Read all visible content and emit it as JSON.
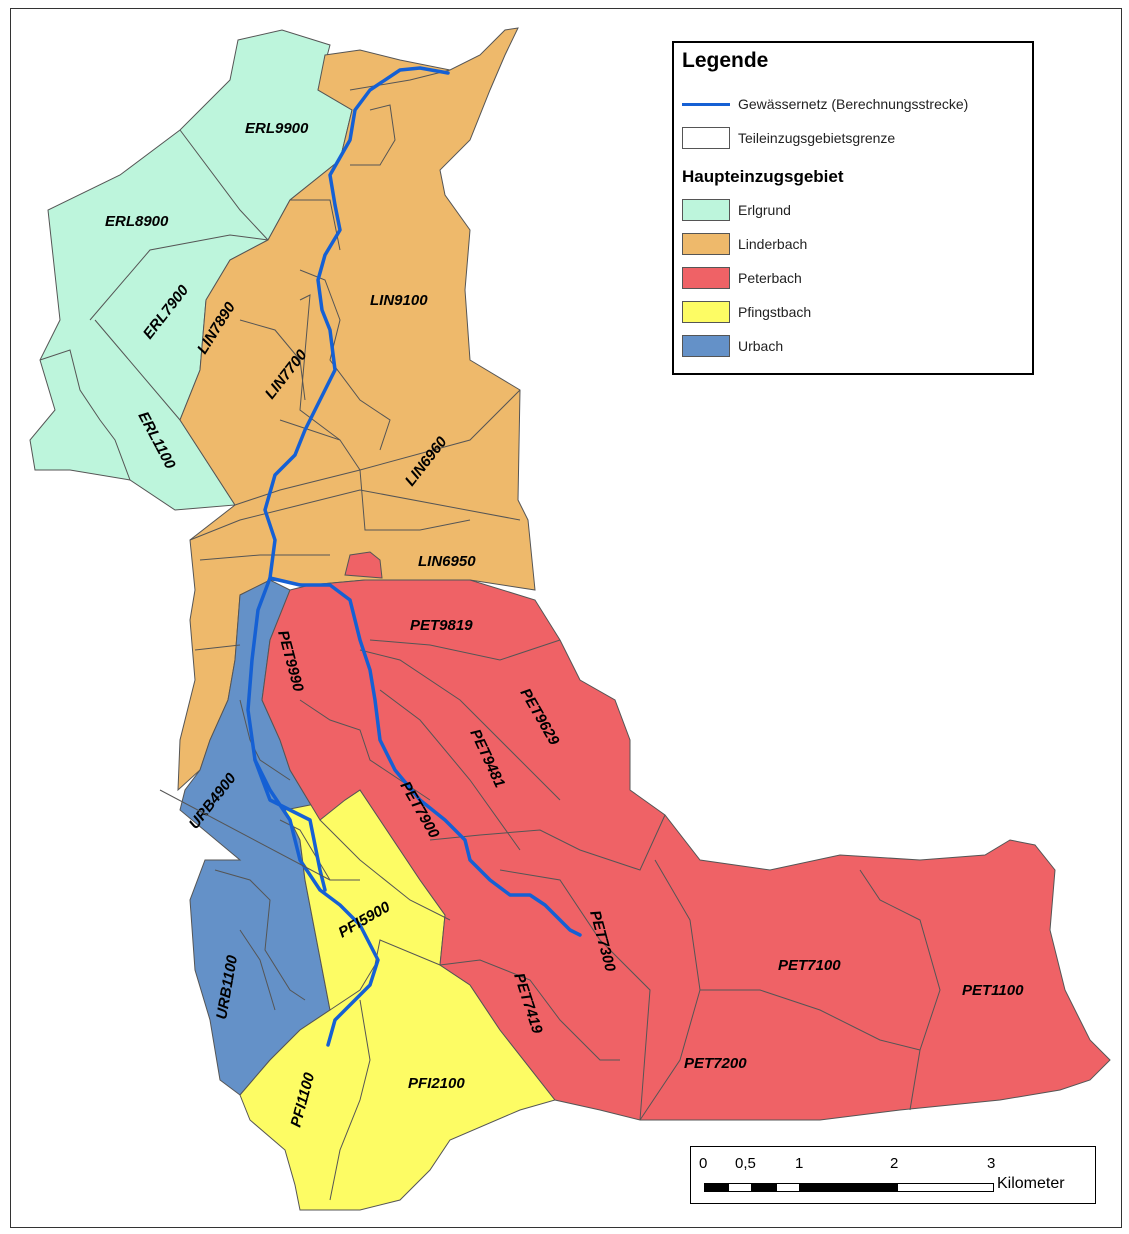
{
  "legend": {
    "title": "Legende",
    "river_label": "Gewässernetz (Berechnungsstrecke)",
    "boundary_label": "Teileinzugsgebietsgrenze",
    "catchment_title": "Haupteinzugsgebiet",
    "items": [
      {
        "label": "Erlgrund",
        "color": "#bdf5dc"
      },
      {
        "label": "Linderbach",
        "color": "#eeb96b"
      },
      {
        "label": "Peterbach",
        "color": "#ef6266"
      },
      {
        "label": "Pfingstbach",
        "color": "#fdfc64"
      },
      {
        "label": "Urbach",
        "color": "#6491c8"
      }
    ]
  },
  "colors": {
    "river": "#1560d4",
    "boundary": "#555555"
  },
  "areas": {
    "ERL9900": "ERL9900",
    "ERL8900": "ERL8900",
    "ERL7900": "ERL7900",
    "ERL1100": "ERL1100",
    "LIN7890": "LIN7890",
    "LIN7700": "LIN7700",
    "LIN9100": "LIN9100",
    "LIN6960": "LIN6960",
    "LIN6950": "LIN6950",
    "PET9819": "PET9819",
    "PET9990": "PET9990",
    "PET9629": "PET9629",
    "PET9481": "PET9481",
    "PET7900": "PET7900",
    "PET7300": "PET7300",
    "PET7100": "PET7100",
    "PET1100": "PET1100",
    "PET7419": "PET7419",
    "PET7200": "PET7200",
    "URB4900": "URB4900",
    "URB1100": "URB1100",
    "PFI5900": "PFI5900",
    "PFI1100": "PFI1100",
    "PFI2100": "PFI2100"
  },
  "scale": {
    "ticks": [
      "0",
      "0,5",
      "1",
      "2",
      "3"
    ],
    "unit": "Kilometer"
  }
}
